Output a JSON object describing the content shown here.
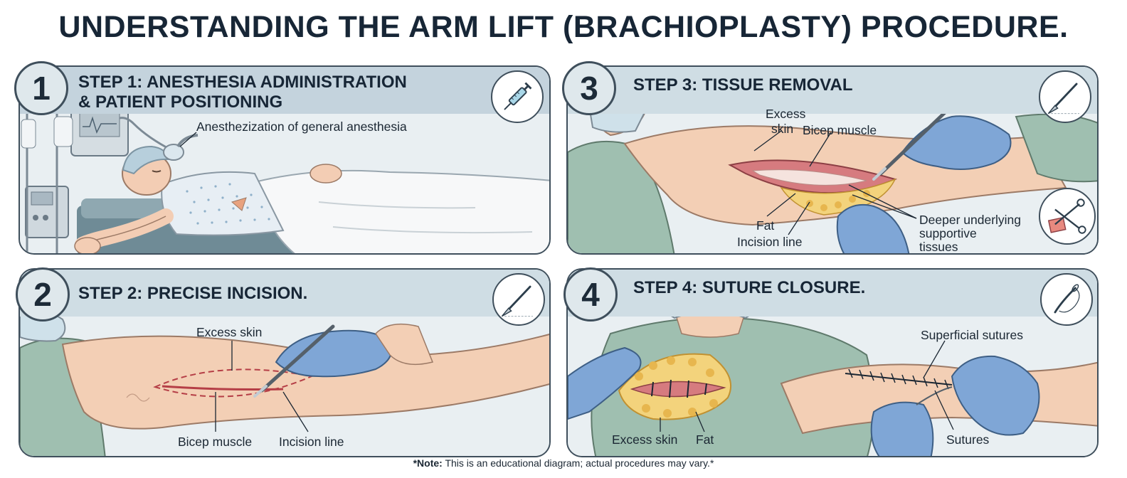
{
  "title": "UNDERSTANDING THE ARM LIFT (BRACHIOPLASTY) PROCEDURE.",
  "steps": [
    {
      "number": "1",
      "title_line1": "STEP 1: ANESTHESIA ADMINISTRATION",
      "title_line2": "& PATIENT POSITIONING",
      "tool_icon": "syringe-icon",
      "labels": [
        "Anesthezization of general anesthesia"
      ]
    },
    {
      "number": "2",
      "title_line1": "STEP 2: PRECISE INCISION.",
      "tool_icon": "scalpel-icon",
      "labels": [
        "Excess skin",
        "Bicep muscle",
        "Incision line"
      ]
    },
    {
      "number": "3",
      "title_line1": "STEP 3: TISSUE REMOVAL",
      "tool_icon": "scalpel-icon",
      "secondary_icon": "scissors-forceps-icon",
      "labels": [
        "Excess",
        "skin",
        "Bicep muscle",
        "Fat",
        "Incision line",
        "Deeper underlying",
        "supportive",
        "tissues"
      ]
    },
    {
      "number": "4",
      "title_line1": "STEP 4: SUTURE CLOSURE.",
      "tool_icon": "needle-thread-icon",
      "labels": [
        "Superficial sutures",
        "Excess skin",
        "Fat",
        "Sutures"
      ]
    }
  ],
  "note": {
    "bold": "*Note:",
    "text": " This is an educational diagram; actual procedures may vary.*"
  }
}
